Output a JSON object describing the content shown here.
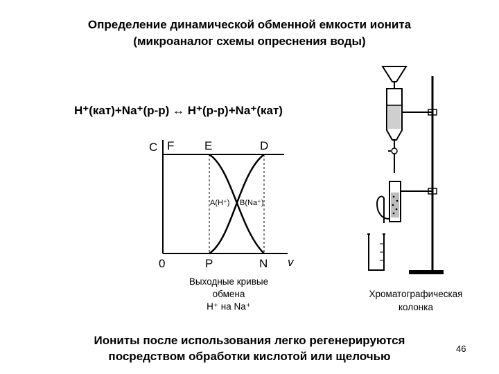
{
  "title": {
    "line1": "Определение динамической обменной емкости ионита",
    "line2": "(микроаналог схемы опреснения воды)"
  },
  "equation": "H⁺(кат)+Na⁺(р-р) ↔ H⁺(р-р)+Na⁺(кат)",
  "graph": {
    "labels": {
      "c": "C",
      "f": "F",
      "e": "E",
      "d": "D",
      "zero": "0",
      "p": "P",
      "n": "N",
      "v": "v",
      "a": "A(H⁺)",
      "b": "B(Na⁺)"
    }
  },
  "caption_left": {
    "line1": "Выходные кривые",
    "line2": "обмена",
    "line3": "H⁺ на Na⁺"
  },
  "caption_right": {
    "line1": "Хроматографическая",
    "line2": "колонка"
  },
  "bottom": {
    "line1": "Иониты после использования легко регенерируются",
    "line2": "посредством обработки кислотой или щелочью"
  },
  "page_number": "46"
}
